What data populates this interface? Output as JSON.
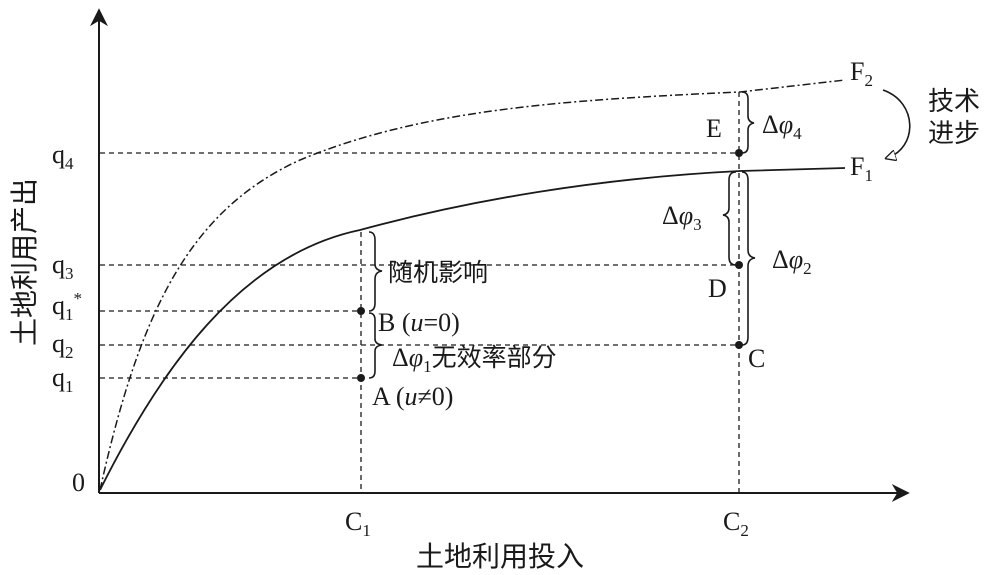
{
  "axes": {
    "x_label": "土地利用投入",
    "y_label": "土地利用产出",
    "origin": "0",
    "x_ticks": [
      {
        "main": "C",
        "sub": "1"
      },
      {
        "main": "C",
        "sub": "2"
      }
    ],
    "y_ticks": [
      {
        "main": "q",
        "sub": "4"
      },
      {
        "main": "q",
        "sub": "3"
      },
      {
        "main": "q",
        "sub": "1",
        "sup": "*"
      },
      {
        "main": "q",
        "sub": "2"
      },
      {
        "main": "q",
        "sub": "1"
      }
    ]
  },
  "curves": {
    "f1": {
      "main": "F",
      "sub": "1"
    },
    "f2": {
      "main": "F",
      "sub": "2"
    }
  },
  "points": {
    "a": {
      "label": "A (",
      "var": "u",
      "cond": "≠0)"
    },
    "b": {
      "label": "B (",
      "var": "u",
      "cond": "=0)"
    },
    "c": "C",
    "d": "D",
    "e": "E"
  },
  "annotations": {
    "random_effect": "随机影响",
    "delta_prefix": "Δ",
    "phi": "φ",
    "dphi1_sub": "1",
    "dphi1_text": "无效率部分",
    "dphi2_sub": "2",
    "dphi3_sub": "3",
    "dphi4_sub": "4",
    "tech_line1": "技术",
    "tech_line2": "进步"
  }
}
